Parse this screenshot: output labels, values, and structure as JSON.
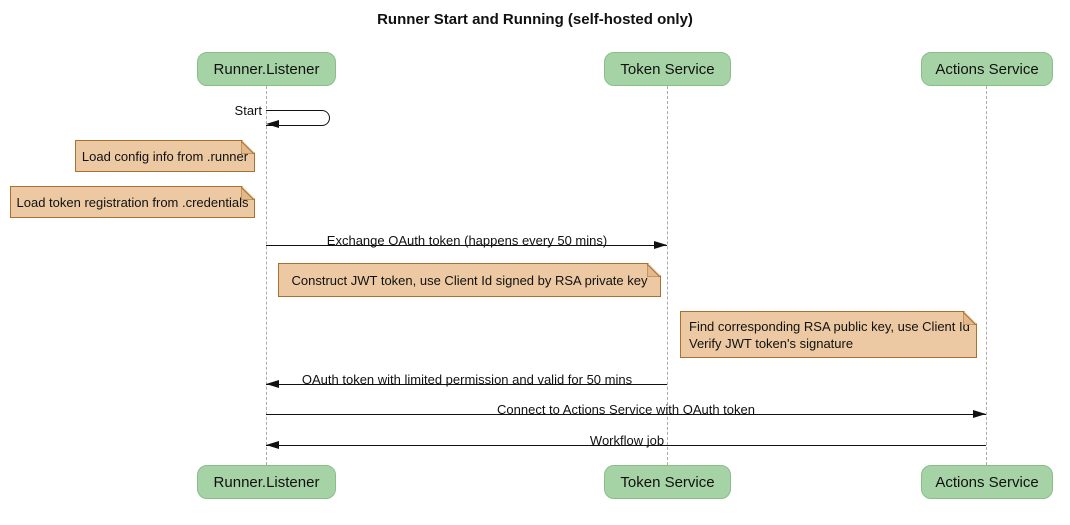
{
  "title": "Runner Start and Running (self-hosted only)",
  "participants": [
    {
      "name": "Runner.Listener"
    },
    {
      "name": "Token Service"
    },
    {
      "name": "Actions Service"
    }
  ],
  "messages": [
    {
      "label": "Start",
      "from": "Runner.Listener",
      "to": "Runner.Listener",
      "kind": "self"
    },
    {
      "label": "Exchange OAuth token (happens every 50 mins)",
      "from": "Runner.Listener",
      "to": "Token Service",
      "kind": "arrow-right"
    },
    {
      "label": "OAuth token with limited permission and valid for 50 mins",
      "from": "Token Service",
      "to": "Runner.Listener",
      "kind": "arrow-left"
    },
    {
      "label": "Connect to Actions Service with OAuth token",
      "from": "Runner.Listener",
      "to": "Actions Service",
      "kind": "arrow-right"
    },
    {
      "label": "Workflow job",
      "from": "Actions Service",
      "to": "Runner.Listener",
      "kind": "arrow-left"
    }
  ],
  "notes": [
    {
      "lines": [
        "Load config info from .runner"
      ]
    },
    {
      "lines": [
        "Load token registration from .credentials"
      ]
    },
    {
      "lines": [
        "Construct JWT token, use Client Id signed by RSA private key"
      ]
    },
    {
      "lines": [
        "Find corresponding RSA public key, use Client Id",
        "Verify JWT token's signature"
      ]
    }
  ],
  "colors": {
    "background": "#ffffff",
    "participant_fill": "#a6d3a6",
    "participant_border": "#8abd8a",
    "note_fill": "#ecc9a2",
    "note_border": "#a9712f",
    "lifeline": "#ababab",
    "arrow": "#111111",
    "text": "#111111"
  }
}
